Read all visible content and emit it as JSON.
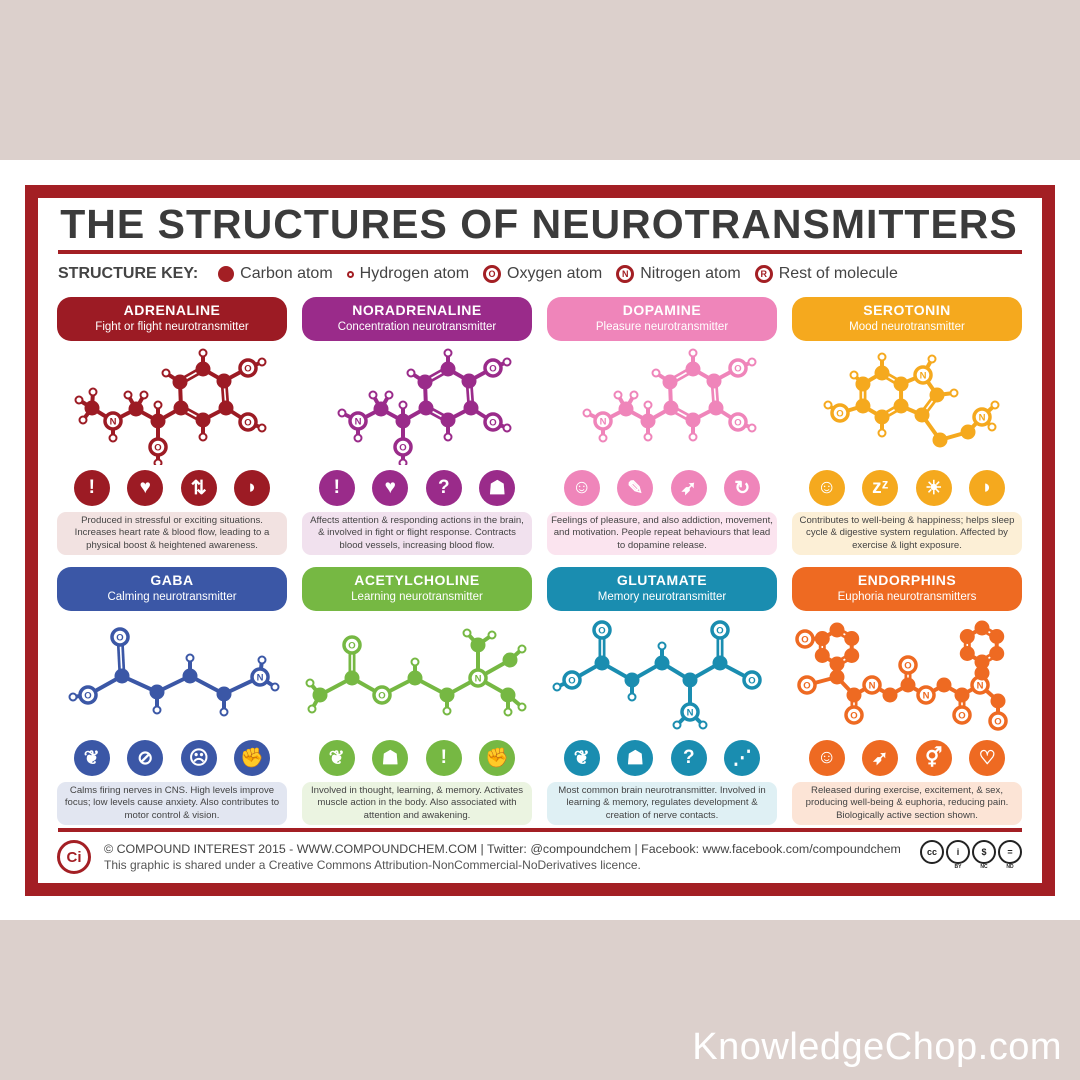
{
  "title": "THE STRUCTURES OF NEUROTRANSMITTERS",
  "key": {
    "label": "STRUCTURE KEY:",
    "items": [
      {
        "type": "carbon",
        "symbol": "",
        "label": "Carbon atom"
      },
      {
        "type": "hydrogen",
        "symbol": "",
        "label": "Hydrogen atom"
      },
      {
        "type": "oxygen",
        "symbol": "O",
        "label": "Oxygen atom"
      },
      {
        "type": "nitrogen",
        "symbol": "N",
        "label": "Nitrogen atom"
      },
      {
        "type": "rest",
        "symbol": "R",
        "label": "Rest of molecule"
      }
    ]
  },
  "colors": {
    "frame": "#a31f24"
  },
  "cards": [
    {
      "id": "adrenaline",
      "name": "ADRENALINE",
      "subtitle": "Fight or flight neurotransmitter",
      "color": "#9c1b24",
      "tint": "#f2e2e1",
      "icons": [
        "alert-icon",
        "heart-icon",
        "person-icon",
        "stomach-icon"
      ],
      "description": "Produced in stressful or exciting situations. Increases heart rate & blood flow, leading to a physical boost & heightened awareness."
    },
    {
      "id": "noradrenaline",
      "name": "NORADRENALINE",
      "subtitle": "Concentration neurotransmitter",
      "color": "#9a2b8a",
      "tint": "#f1e1ee",
      "icons": [
        "alert-icon",
        "heart-icon",
        "question-icon",
        "reading-person-icon"
      ],
      "description": "Affects attention & responding actions in the brain, & involved in fight or flight response. Contracts blood vessels, increasing blood flow."
    },
    {
      "id": "dopamine",
      "name": "DOPAMINE",
      "subtitle": "Pleasure neurotransmitter",
      "color": "#ef85ba",
      "tint": "#fbe4ef",
      "icons": [
        "smiley-icon",
        "syringe-icon",
        "running-icon",
        "cycle-icon"
      ],
      "description": "Feelings of pleasure, and also addiction, movement, and motivation. People repeat behaviours that lead to dopamine release."
    },
    {
      "id": "serotonin",
      "name": "SEROTONIN",
      "subtitle": "Mood neurotransmitter",
      "color": "#f5a91e",
      "tint": "#fcefd6",
      "icons": [
        "smiley-icon",
        "sleep-icon",
        "sun-icon",
        "stomach-icon"
      ],
      "description": "Contributes to well-being & happiness; helps sleep cycle & digestive system regulation. Affected by exercise & light exposure."
    },
    {
      "id": "gaba",
      "name": "GABA",
      "subtitle": "Calming neurotransmitter",
      "color": "#3b57a6",
      "tint": "#e2e6f1",
      "icons": [
        "brain-icon",
        "no-shock-icon",
        "anxious-face-icon",
        "muscle-icon"
      ],
      "description": "Calms firing nerves in CNS. High levels improve focus; low levels cause anxiety. Also contributes to motor control & vision."
    },
    {
      "id": "acetylcholine",
      "name": "ACETYLCHOLINE",
      "subtitle": "Learning neurotransmitter",
      "color": "#76b843",
      "tint": "#ebf4e1",
      "icons": [
        "brain-icon",
        "reading-person-icon",
        "alert-icon",
        "muscle-icon"
      ],
      "description": "Involved in thought, learning, & memory. Activates muscle action in the body. Also associated with attention and awakening."
    },
    {
      "id": "glutamate",
      "name": "GLUTAMATE",
      "subtitle": "Memory neurotransmitter",
      "color": "#1a8db0",
      "tint": "#dff0f4",
      "icons": [
        "brain-icon",
        "reading-person-icon",
        "question-icon",
        "network-icon"
      ],
      "description": "Most common brain neurotransmitter. Involved in learning & memory, regulates development & creation of nerve contacts."
    },
    {
      "id": "endorphins",
      "name": "ENDORPHINS",
      "subtitle": "Euphoria neurotransmitters",
      "color": "#ee6a22",
      "tint": "#fce4d6",
      "icons": [
        "smiley-icon",
        "running-icon",
        "gender-icon",
        "couple-icon"
      ],
      "description": "Released during exercise, excitement, & sex, producing well-being & euphoria, reducing pain. Biologically active section shown."
    }
  ],
  "footer": {
    "logo": "Ci",
    "line1": "© COMPOUND INTEREST 2015 - WWW.COMPOUNDCHEM.COM | Twitter: @compoundchem | Facebook: www.facebook.com/compoundchem",
    "line2": "This graphic is shared under a Creative Commons Attribution-NonCommercial-NoDerivatives licence.",
    "license_badges": [
      {
        "symbol": "cc",
        "label": ""
      },
      {
        "symbol": "i",
        "label": "BY"
      },
      {
        "symbol": "$",
        "label": "NC"
      },
      {
        "symbol": "=",
        "label": "ND"
      }
    ]
  },
  "watermark": "KnowledgeChop.com"
}
